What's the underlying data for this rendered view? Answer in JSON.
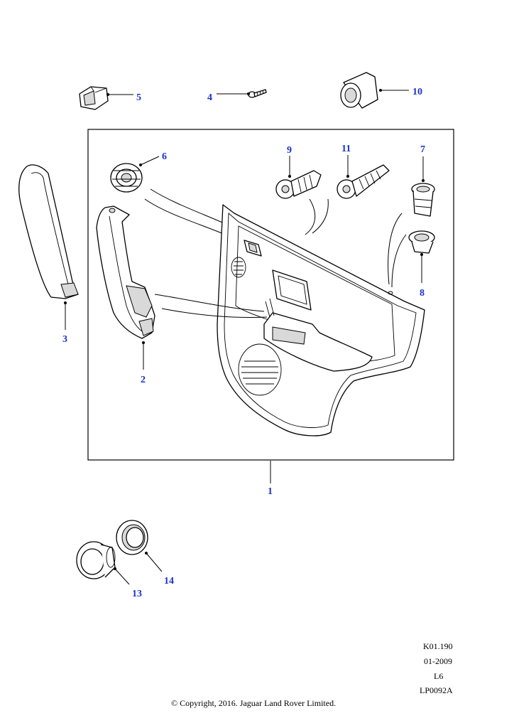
{
  "callouts": {
    "c1": "1",
    "c2": "2",
    "c3": "3",
    "c4": "4",
    "c5": "5",
    "c6": "6",
    "c7": "7",
    "c8": "8",
    "c9": "9",
    "c10": "10",
    "c11": "11",
    "c13": "13",
    "c14": "14"
  },
  "reference": {
    "line1": "K01.190",
    "line2": "01-2009",
    "line3": "L6",
    "line4": "LP0092A"
  },
  "copyright": "© Copyright, 2016. Jaguar Land Rover Limited.",
  "colors": {
    "callout": "#1a33cc",
    "line": "#000000",
    "shade": "#d9d9d9"
  }
}
